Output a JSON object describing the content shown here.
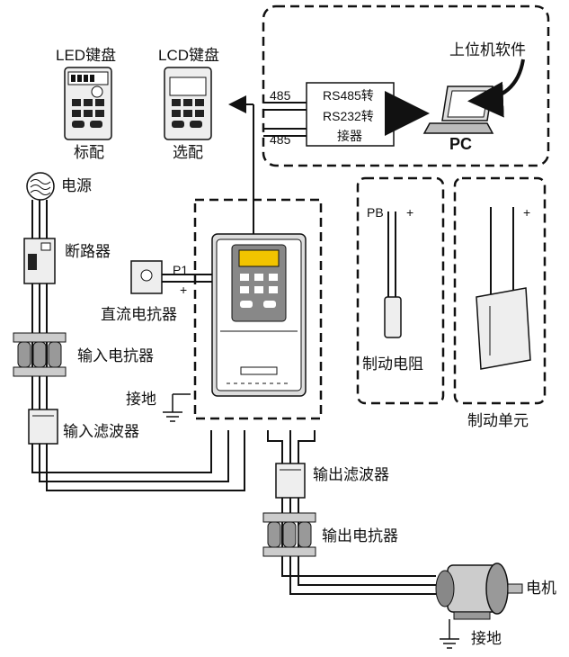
{
  "labels": {
    "led_keypad": "LED键盘",
    "lcd_keypad": "LCD键盘",
    "standard": "标配",
    "optional": "选配",
    "host_software": "上位机软件",
    "port_485_top": "485",
    "port_485_bottom": "485",
    "converter_line1": "RS485转",
    "converter_line2": "RS232转",
    "converter_line3": "接器",
    "pc": "PC",
    "power_supply": "电源",
    "circuit_breaker": "断路器",
    "p1": "P1",
    "plus_sign": "+",
    "dc_reactor": "直流电抗器",
    "input_reactor": "输入电抗器",
    "ground_left": "接地",
    "input_filter": "输入滤波器",
    "pb": "PB",
    "braking_resistor": "制动电阻",
    "braking_unit": "制动单元",
    "output_filter": "输出滤波器",
    "output_reactor": "输出电抗器",
    "motor": "电机",
    "ground_motor": "接地"
  },
  "icons": {
    "led_keypad": "led-keypad-icon",
    "lcd_keypad": "lcd-keypad-icon",
    "pc": "laptop-icon",
    "power": "ac-source-icon",
    "breaker": "circuit-breaker-icon",
    "dc_reactor": "dc-reactor-icon",
    "input_reactor": "reactor-icon",
    "input_filter": "filter-icon",
    "inverter": "inverter-icon",
    "braking_resistor": "braking-resistor-icon",
    "braking_unit": "braking-unit-icon",
    "output_filter": "filter-icon",
    "output_reactor": "reactor-icon",
    "motor": "motor-icon",
    "ground": "ground-icon"
  },
  "colors": {
    "line": "#111111",
    "keypad_highlight": "#f2c400",
    "background": "#ffffff"
  }
}
